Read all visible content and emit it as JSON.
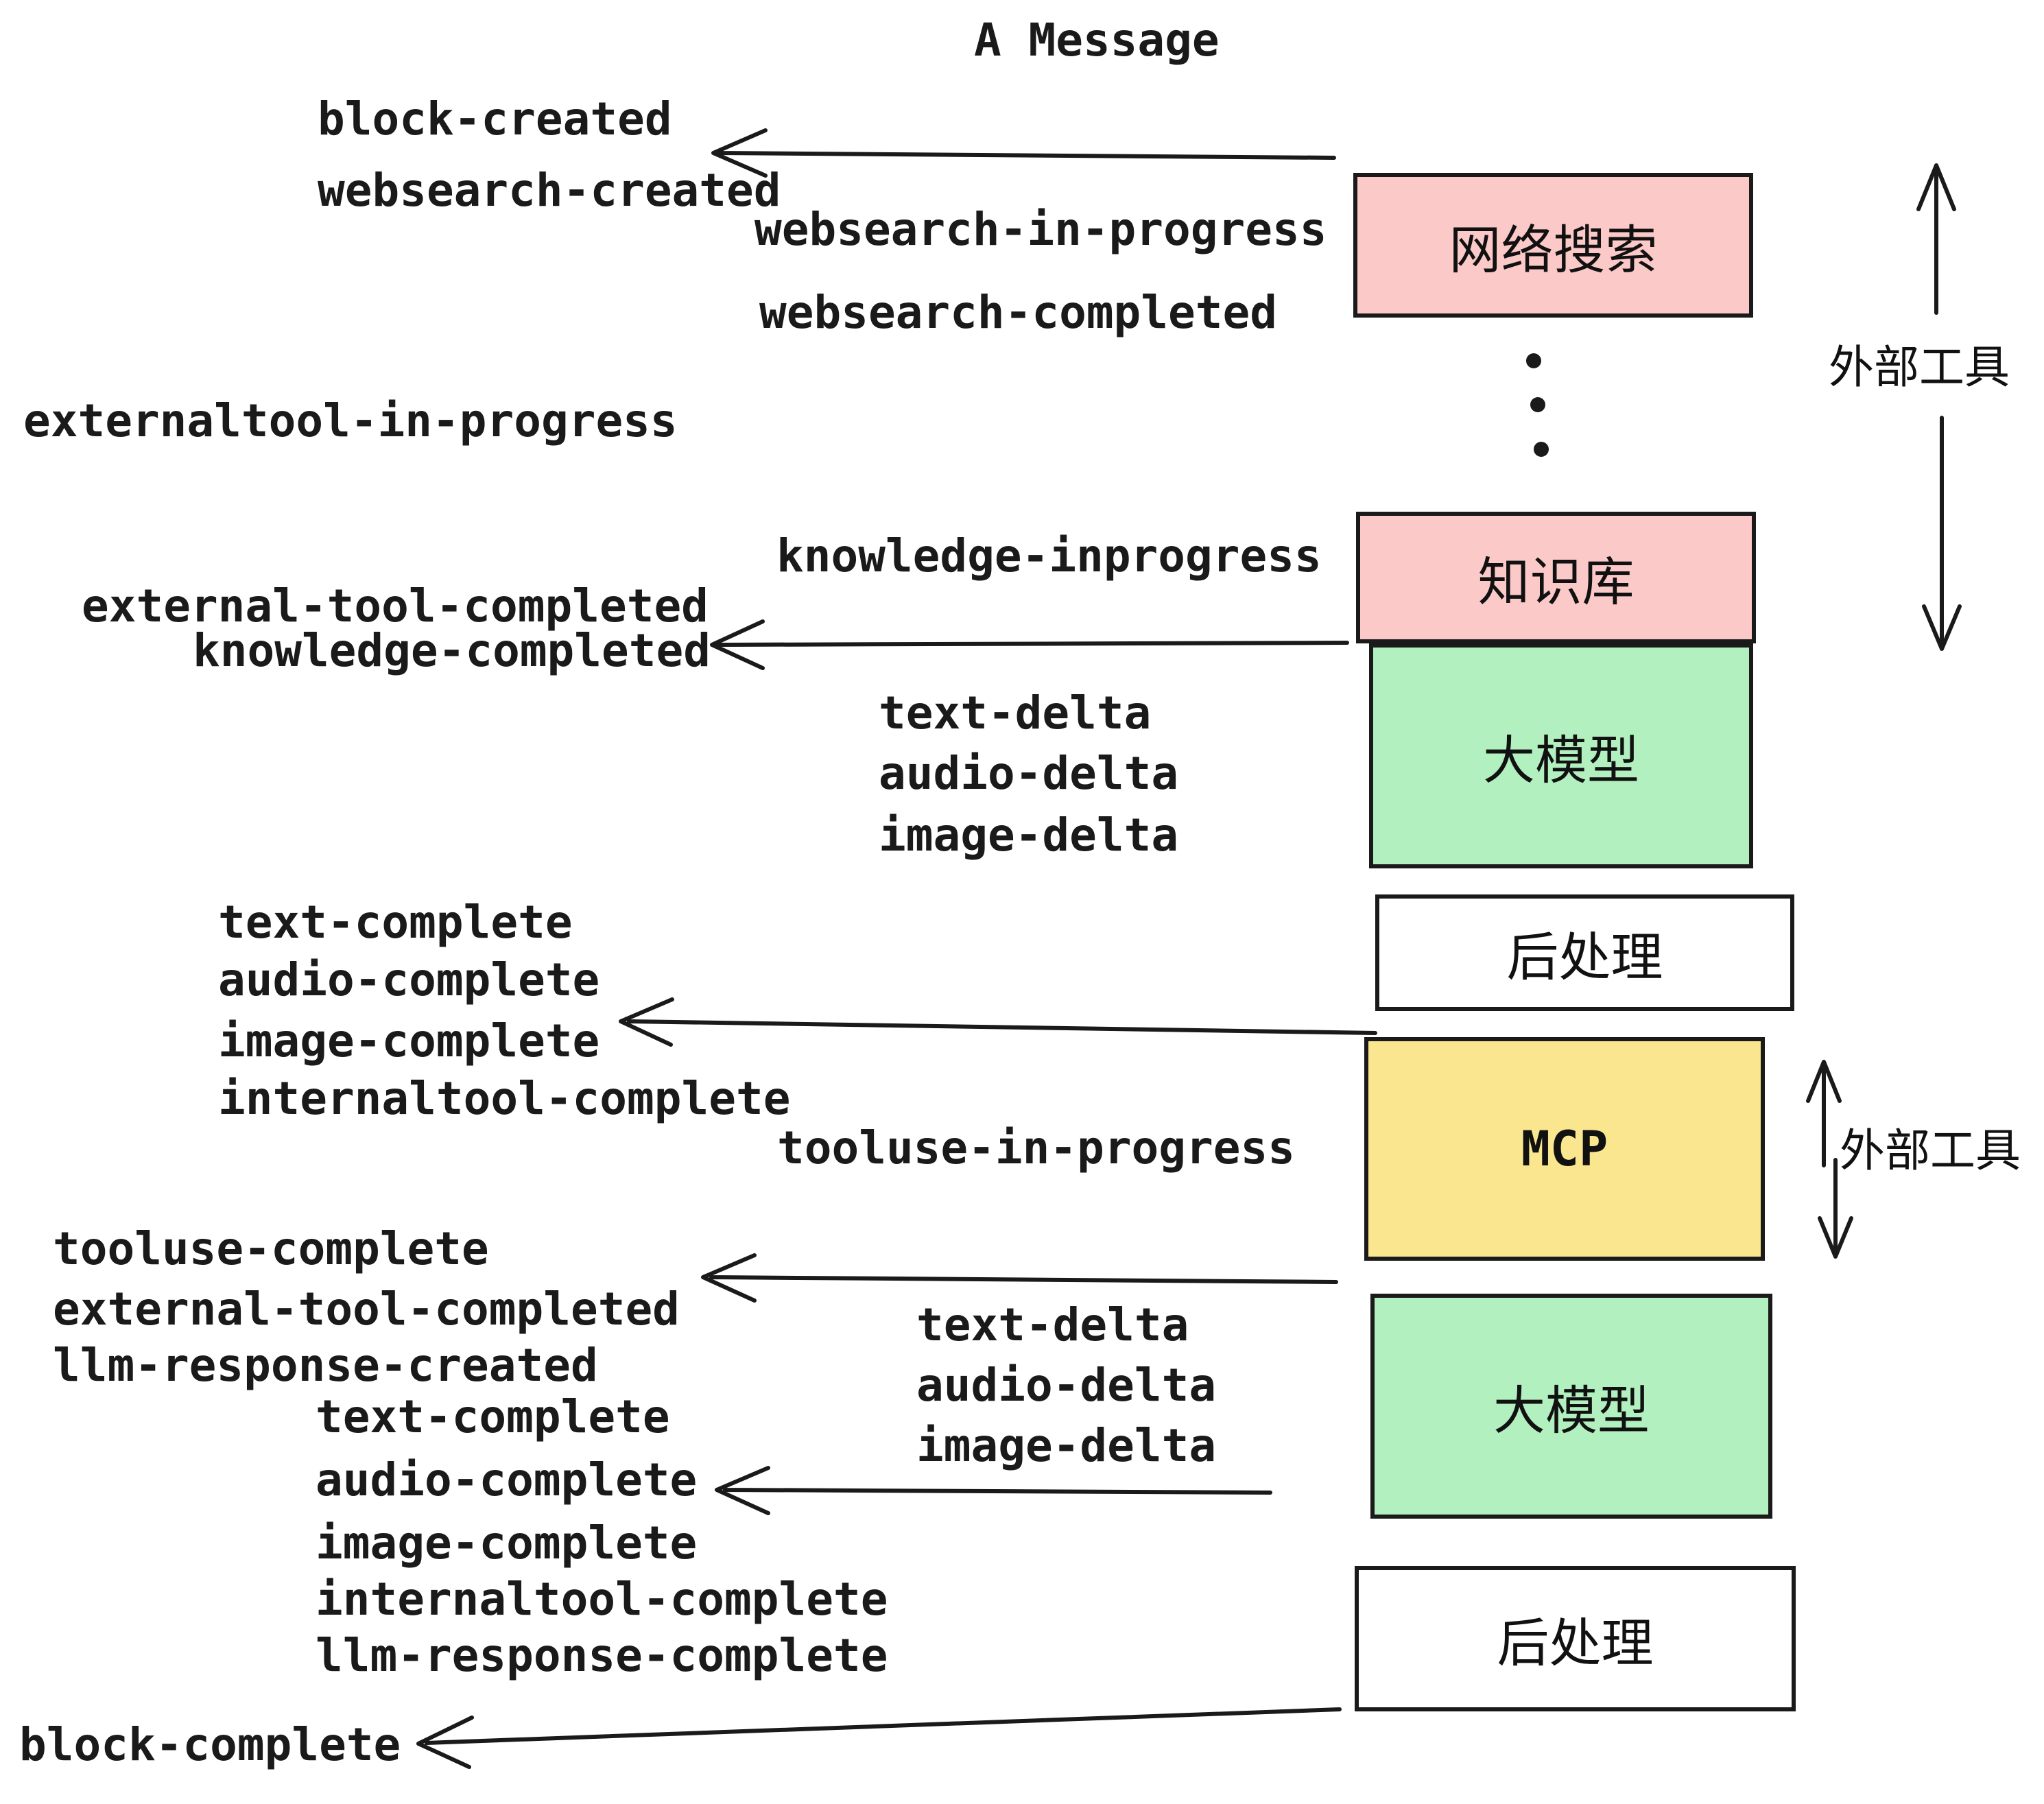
{
  "title": "A Message",
  "colors": {
    "pink": "#FBC9C8",
    "green": "#B2F0BF",
    "yellow": "#FAE68E",
    "white": "#FFFFFF",
    "ink": "#1A1A1A"
  },
  "boxes": [
    {
      "label": "网络搜索",
      "color": "pink"
    },
    {
      "label": "知识库",
      "color": "pink"
    },
    {
      "label": "大模型",
      "color": "green"
    },
    {
      "label": "后处理",
      "color": "white"
    },
    {
      "label": "MCP",
      "color": "yellow"
    },
    {
      "label": "大模型",
      "color": "green"
    },
    {
      "label": "后处理",
      "color": "white"
    }
  ],
  "side_labels": {
    "external_tools_top": "外部工具",
    "external_tools_mcp": "外部工具"
  },
  "events": {
    "block_created": "block-created",
    "websearch_created": "websearch-created",
    "websearch_in_progress": "websearch-in-progress",
    "websearch_completed": "websearch-completed",
    "externaltool_in_progress": "externaltool-in-progress",
    "knowledge_inprogress": "knowledge-inprogress",
    "external_tool_completed_1": "external-tool-completed",
    "knowledge_completed": "knowledge-completed",
    "text_delta_1": "text-delta",
    "audio_delta_1": "audio-delta",
    "image_delta_1": "image-delta",
    "text_complete_1": "text-complete",
    "audio_complete_1": "audio-complete",
    "image_complete_1": "image-complete",
    "internaltool_complete_1": "internaltool-complete",
    "tooluse_in_progress": "tooluse-in-progress",
    "tooluse_complete": "tooluse-complete",
    "external_tool_completed_2": "external-tool-completed",
    "llm_response_created": "llm-response-created",
    "text_complete_2": "text-complete",
    "audio_complete_2": "audio-complete",
    "image_complete_2": "image-complete",
    "internaltool_complete_2": "internaltool-complete",
    "llm_response_complete": "llm-response-complete",
    "block_complete": "block-complete"
  }
}
